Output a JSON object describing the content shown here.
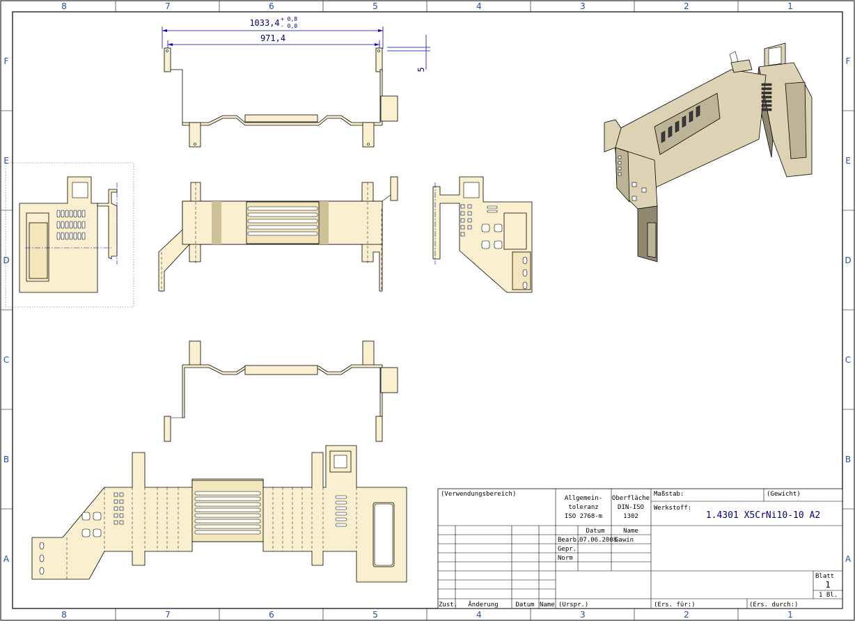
{
  "zones": {
    "columns": [
      "8",
      "7",
      "6",
      "5",
      "4",
      "3",
      "2",
      "1"
    ],
    "rows": [
      "F",
      "E",
      "D",
      "C",
      "B",
      "A"
    ]
  },
  "dimensions": {
    "overall": "1033,4",
    "overall_tol_upper": "+ 0,8",
    "overall_tol_lower": "- 0,0",
    "inner": "971,4",
    "offset": "5"
  },
  "title_block": {
    "usage_area": "(Verwendungsbereich)",
    "general_tolerance_1": "Allgemein-",
    "general_tolerance_2": "toleranz",
    "general_tolerance_3": "ISO 2768-m",
    "surface_1": "Oberfläche",
    "surface_2": "DIN-ISO",
    "surface_3": "1302",
    "scale_label": "Maßstab:",
    "weight_label": "(Gewicht)",
    "material_label": "Werkstoff:",
    "material_value": "1.4301 X5CrNi10-10 A2",
    "date_header": "Datum",
    "name_header": "Name",
    "row_bearb": "Bearb.",
    "row_bearb_date": "07.06.2008",
    "row_bearb_name": "Gawin",
    "row_gepr": "Gepr.",
    "row_norm": "Norm",
    "sheet_label": "Blatt",
    "sheet_number": "1",
    "sheet_count": "1  Bl.",
    "rev_zust": "Zust.",
    "rev_aenderung": "Änderung",
    "rev_datum": "Datum",
    "rev_name": "Name",
    "origin": "(Urspr.)",
    "replaces": "(Ers. für:)",
    "replaced_by": "(Ers. durch:)"
  }
}
